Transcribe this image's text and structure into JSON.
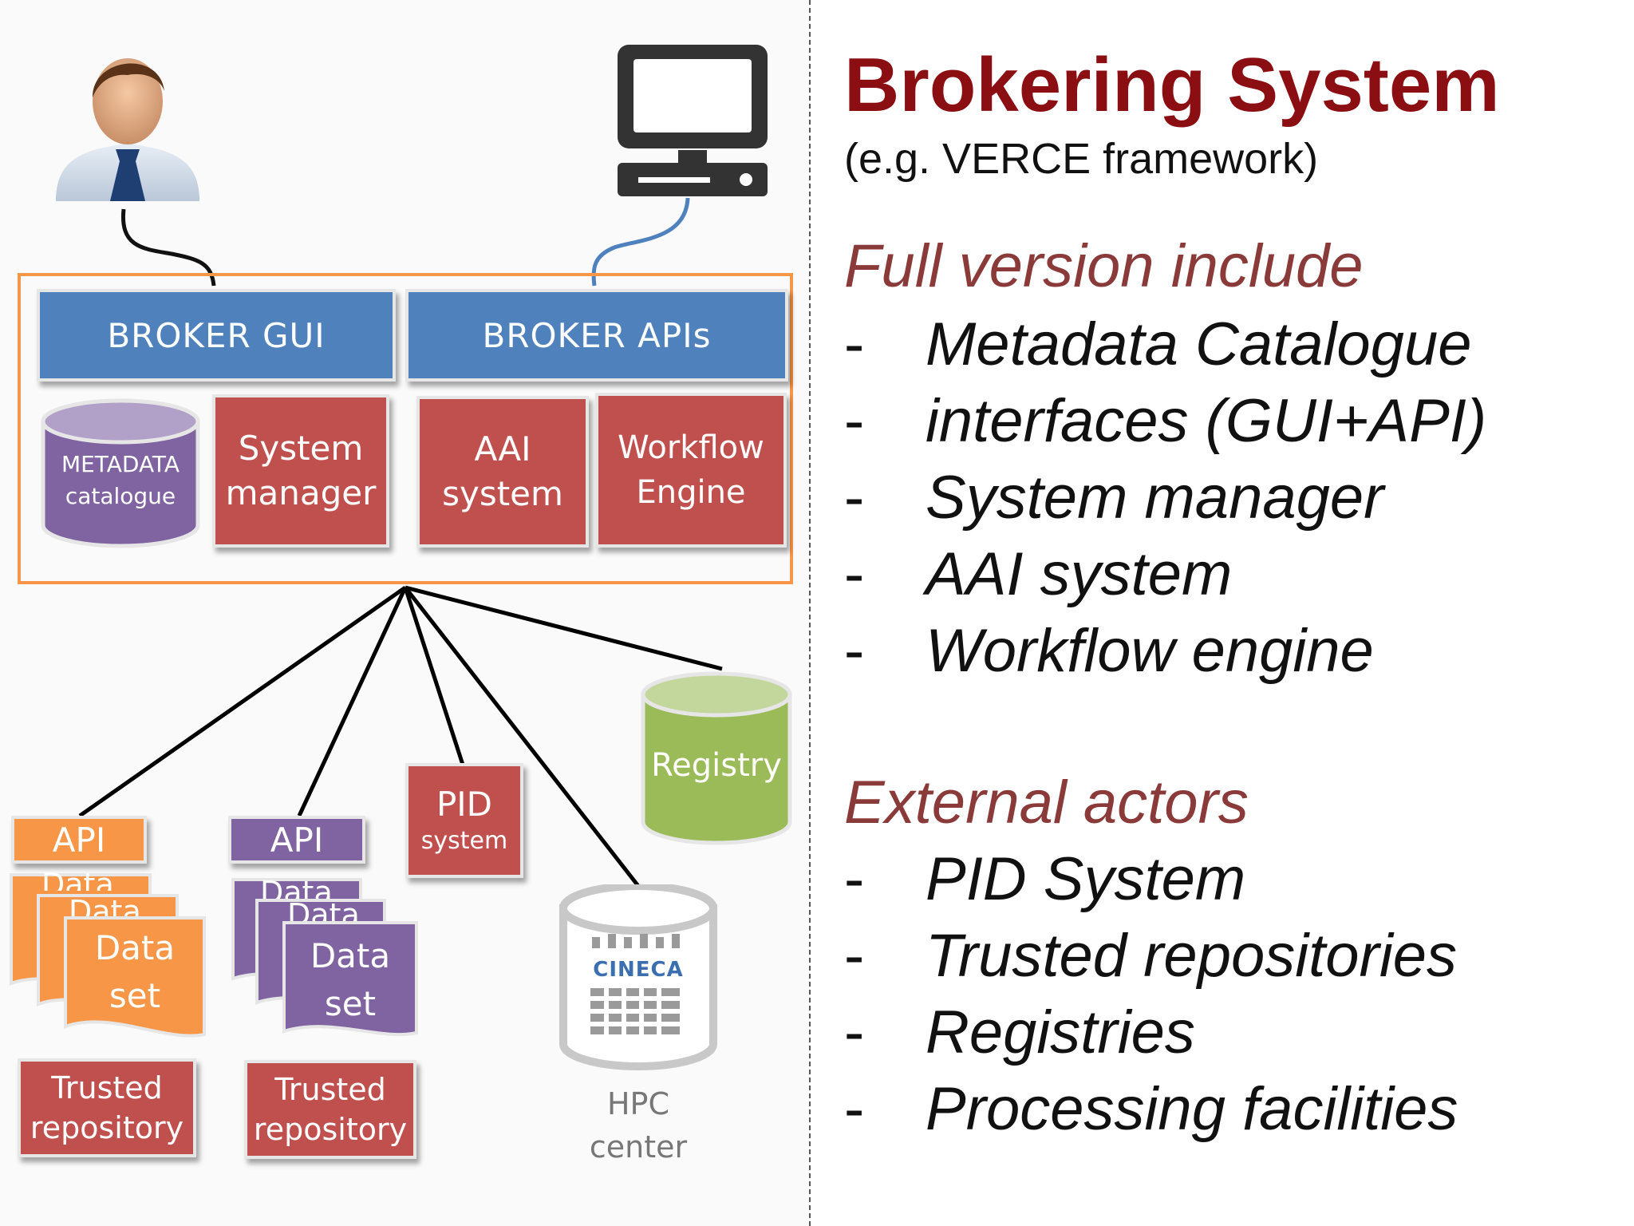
{
  "diagram": {
    "broker_gui": "BROKER GUI",
    "broker_apis": "BROKER APIs",
    "metadata": {
      "line1": "METADATA",
      "line2": "catalogue"
    },
    "system_manager": {
      "line1": "System",
      "line2": "manager"
    },
    "aai": {
      "line1": "AAI",
      "line2": "system"
    },
    "workflow": {
      "line1": "Workflow",
      "line2": "Engine"
    },
    "registry": "Registry",
    "pid": {
      "line1": "PID",
      "line2": "system"
    },
    "api_orange": "API",
    "api_purple": "API",
    "dataset": {
      "line1": "Data",
      "line2": "set",
      "partial": "Data"
    },
    "trusted_repo": {
      "line1": "Trusted",
      "line2": "repository"
    },
    "cineca_logo": "CINECA",
    "hpc": {
      "line1": "HPC",
      "line2": "center"
    },
    "colors": {
      "blue": "#4f81bd",
      "red": "#c0504d",
      "orange": "#f79646",
      "purple": "#8064a2",
      "green": "#9bbb59",
      "title": "#8b0e12"
    },
    "icons": [
      "user-icon",
      "computer-icon",
      "database-icon",
      "document-stack-icon",
      "hpc-cylinder-icon"
    ]
  },
  "text": {
    "title": "Brokering System",
    "subtitle": "(e.g. VERCE framework)",
    "full_heading": "Full version include",
    "full_items": [
      "Metadata Catalogue",
      "interfaces (GUI+API)",
      "System manager",
      "AAI system",
      "Workflow engine"
    ],
    "external_heading": "External actors",
    "external_items": [
      "PID System",
      "Trusted repositories",
      "Registries",
      "Processing facilities"
    ],
    "dash": "-"
  }
}
